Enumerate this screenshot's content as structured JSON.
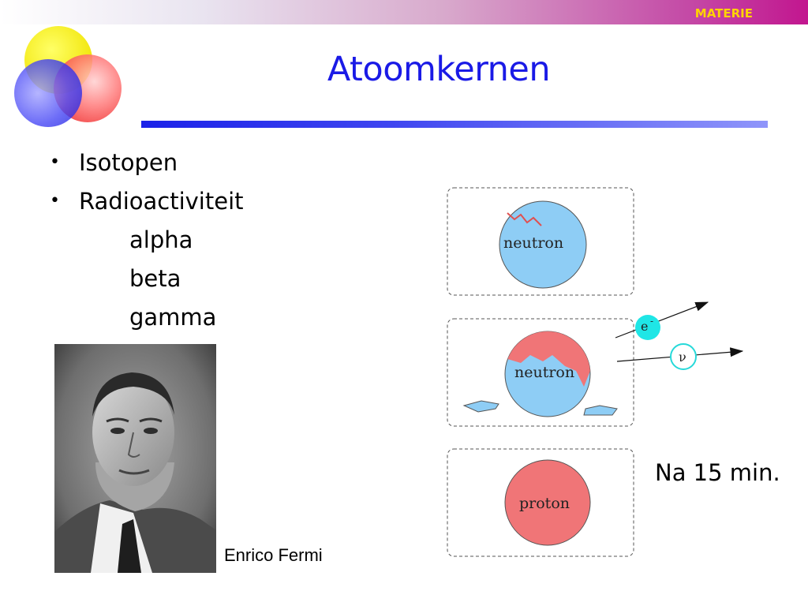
{
  "header": {
    "section_label": "MATERIE"
  },
  "slide": {
    "title": "Atoomkernen",
    "bullets": [
      {
        "label": "Isotopen"
      },
      {
        "label": "Radioactiviteit"
      }
    ],
    "sub_items": [
      {
        "label": "alpha"
      },
      {
        "label": "beta"
      },
      {
        "label": "gamma"
      }
    ]
  },
  "photo": {
    "caption": "Enrico Fermi"
  },
  "diagram": {
    "panel_neutron_label": "neutron",
    "panel_decay_label": "neutron",
    "panel_proton_label": "proton",
    "electron_symbol": "e",
    "electron_charge": "-",
    "neutrino_symbol": "ν",
    "colors": {
      "neutron": "#8ecdf5",
      "proton": "#f07577",
      "electron": "#1fe6e6",
      "neutrino": "#ffffff",
      "neutrino_ring": "#26d9d9"
    }
  },
  "note": "Na 15 min."
}
